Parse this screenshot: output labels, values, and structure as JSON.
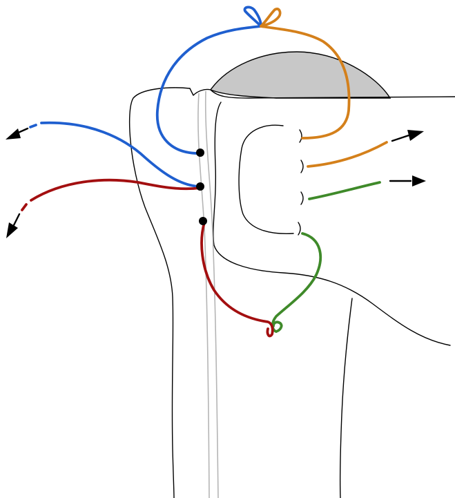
{
  "colors": {
    "blue": "#1f5fcf",
    "orange": "#d4801b",
    "green": "#3f8a2a",
    "red": "#a30f10",
    "outline": "#000000",
    "groove": "#b5b5b5",
    "glenoid_fill": "#c8c8c8"
  },
  "structures": [
    "humerus-outline",
    "humeral-head-shaded",
    "bicipital-groove",
    "tendon-outline",
    "rotator-interval-window"
  ],
  "sutures": [
    {
      "color": "blue",
      "path": "loop-over-head-to-left-exit"
    },
    {
      "color": "orange",
      "path": "over-head-to-right-exit"
    },
    {
      "color": "green",
      "path": "lower-loop-to-right-exit"
    },
    {
      "color": "red",
      "path": "lower-loop-to-left-exit"
    }
  ],
  "anchors": 3,
  "arrows": [
    "left-upper",
    "left-lower",
    "right-upper",
    "right-lower"
  ]
}
